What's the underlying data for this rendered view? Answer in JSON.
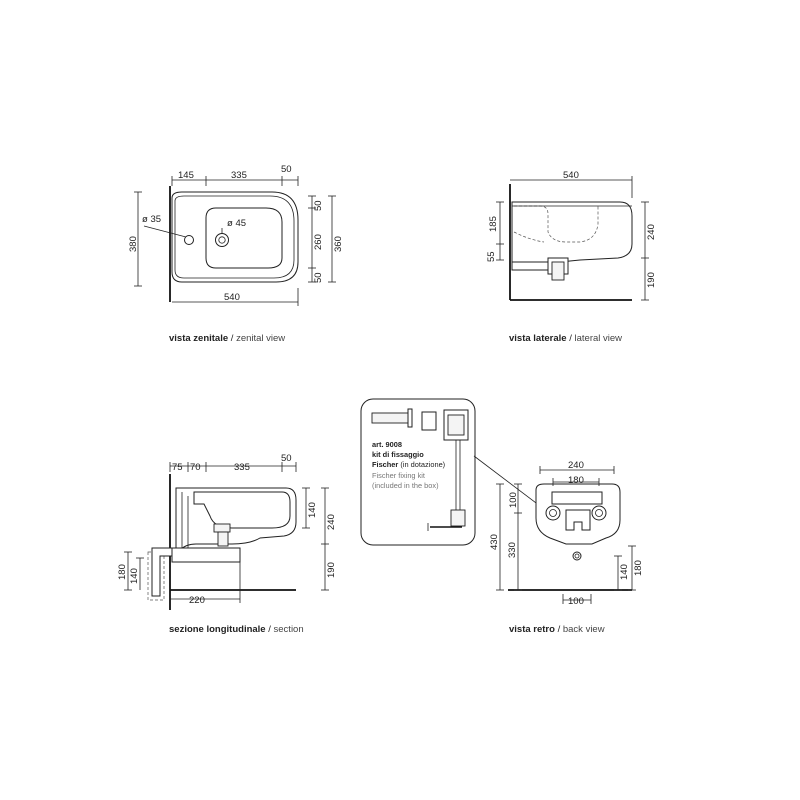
{
  "views": {
    "top": {
      "caption_it": "vista zenitale",
      "caption_sep": " / ",
      "caption_en": "zenital view",
      "dims": {
        "d145": "145",
        "d335": "335",
        "d50": "50",
        "d540": "540",
        "d380": "380",
        "d360": "360",
        "d260": "260",
        "d50a": "50",
        "d50b": "50",
        "dia35": "ø 35",
        "dia45": "ø 45"
      }
    },
    "lateral": {
      "caption_it": "vista laterale",
      "caption_sep": " / ",
      "caption_en": "lateral view",
      "dims": {
        "d540": "540",
        "d185": "185",
        "d55": "55",
        "d240": "240",
        "d190": "190"
      }
    },
    "section": {
      "caption_it": "sezione longitudinale",
      "caption_sep": " / ",
      "caption_en": "section",
      "dims": {
        "d75": "75",
        "d70": "70",
        "d335": "335",
        "d50": "50",
        "d140": "140",
        "d240": "240",
        "d190": "190",
        "d180": "180",
        "d140b": "140",
        "d220": "220"
      }
    },
    "back": {
      "caption_it": "vista retro",
      "caption_sep": " / ",
      "caption_en": "back view",
      "dims": {
        "d240": "240",
        "d180": "180",
        "d100": "100",
        "d430": "430",
        "d330": "330",
        "d140": "140",
        "d180b": "180",
        "d100b": "100"
      }
    }
  },
  "kit": {
    "art": "art. 9008",
    "name_it_1": "kit di fissaggio",
    "name_it_2": "Fischer",
    "name_it_3": "(in dotazione)",
    "name_en_1": "Fischer fixing kit",
    "name_en_2": "(included in the box)"
  }
}
